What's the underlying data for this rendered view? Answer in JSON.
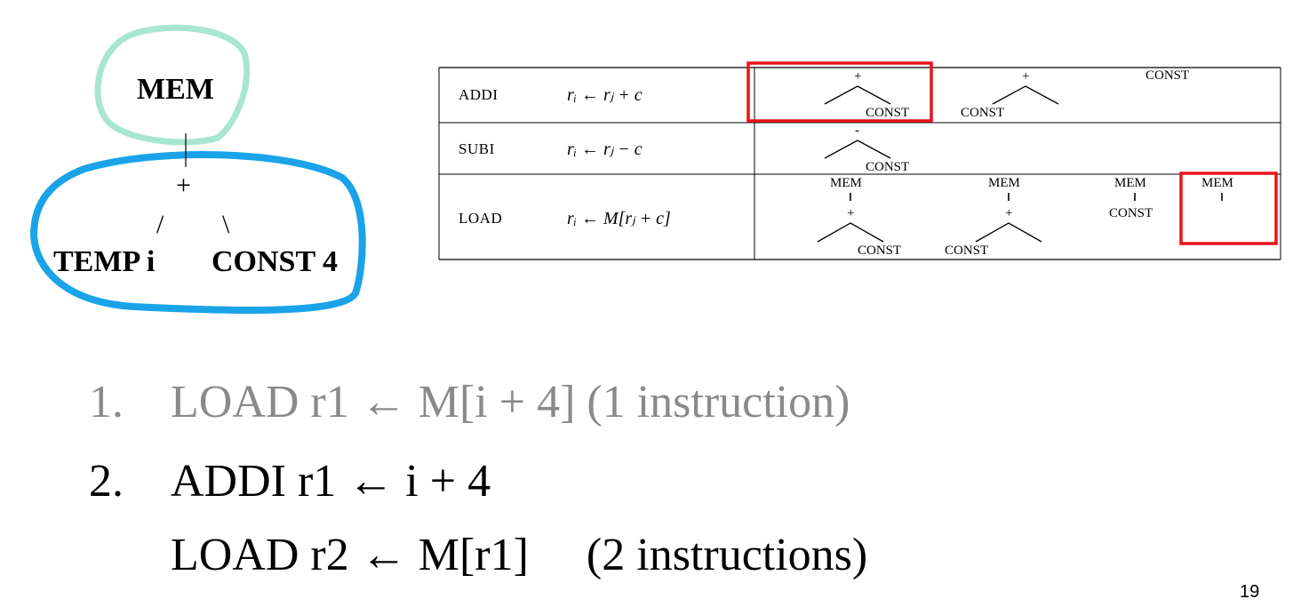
{
  "tree": {
    "root": "MEM",
    "plus": "+",
    "left_slash": "/",
    "right_slash": "\\",
    "left_leaf": "TEMP i",
    "right_leaf": "CONST 4",
    "circle_colors": {
      "mem": "#a8e6cf",
      "subtree": "#1aa3e8"
    }
  },
  "table": {
    "rows": [
      {
        "name": "ADDI",
        "effect": "rᵢ ← rⱼ + c"
      },
      {
        "name": "SUBI",
        "effect": "rᵢ ← rⱼ − c"
      },
      {
        "name": "LOAD",
        "effect": "rᵢ ← M[rⱼ + c]"
      }
    ],
    "patterns": {
      "plus": "+",
      "minus": "-",
      "const": "CONST",
      "mem": "MEM"
    },
    "highlight_color": "#e8141b"
  },
  "list": [
    {
      "number": "1.",
      "text": "LOAD r1 ← M[i + 4]  (1 instruction)",
      "color": "#8a8a8a"
    },
    {
      "number": "2.",
      "text": "ADDI r1 ← i + 4"
    },
    {
      "number": "",
      "text": "LOAD r2 ← M[r1]     (2 instructions)"
    }
  ],
  "page_number": "19"
}
